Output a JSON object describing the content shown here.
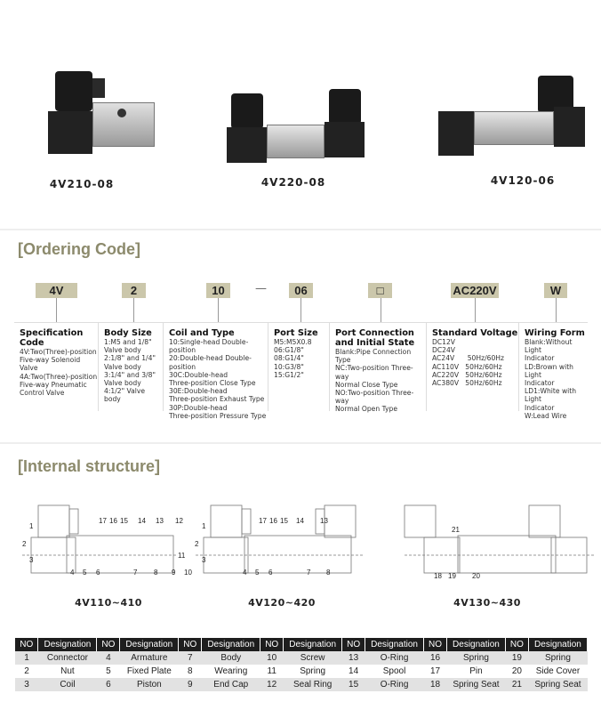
{
  "products": [
    {
      "label": "4V210-08"
    },
    {
      "label": "4V220-08"
    },
    {
      "label": "4V120-06"
    }
  ],
  "ordering": {
    "title": "[Ordering Code]",
    "codes": [
      "4V",
      "2",
      "10",
      "06",
      "□",
      "AC220V",
      "W"
    ],
    "dash": "—",
    "columns": [
      {
        "heading": "Specification Code",
        "lines": [
          "4V:Two(Three)-position",
          "Five-way Solenoid Valve",
          "4A:Two(Three)-position",
          "Five-way Pneumatic",
          "Control Valve"
        ]
      },
      {
        "heading": "Body Size",
        "lines": [
          "1:M5 and 1/8\"",
          "Valve body",
          "2:1/8\" and 1/4\"",
          "Valve body",
          "3:1/4\" and 3/8\"",
          "Valve body",
          "4:1/2\" Valve body"
        ]
      },
      {
        "heading": "Coil and Type",
        "lines": [
          "10:Single-head Double-position",
          "20:Double-head Double-position",
          "30C:Double-head",
          "Three-position Close Type",
          "30E:Double-head",
          "Three-position Exhaust Type",
          "30P:Double-head",
          "Three-position Pressure Type"
        ]
      },
      {
        "heading": "Port Size",
        "lines": [
          "M5:M5X0.8",
          "06:G1/8\"",
          "08:G1/4\"",
          "10:G3/8\"",
          "15:G1/2\""
        ]
      },
      {
        "heading": "Port Connection and Initial State",
        "lines": [
          "Blank:Pipe Connection Type",
          "NC:Two-position Three-way",
          "Normal Close Type",
          "NO:Two-position Three-way",
          "Normal Open Type"
        ]
      },
      {
        "heading": "Standard Voltage",
        "lines": [
          "DC12V",
          "DC24V",
          "AC24V      50Hz/60Hz",
          "AC110V   50Hz/60Hz",
          "AC220V   50Hz/60Hz",
          "AC380V   50Hz/60Hz"
        ]
      },
      {
        "heading": "Wiring Form",
        "lines": [
          "Blank:Without Light",
          "Indicator",
          "LD:Brown with Light",
          "Indicator",
          "LD1:White with Light",
          "Indicator",
          "W:Lead Wire"
        ]
      }
    ]
  },
  "internal": {
    "title": "[Internal structure]",
    "diagrams": [
      {
        "caption": "4V110~410",
        "numbers": [
          "1",
          "2",
          "3",
          "4",
          "5",
          "6",
          "7",
          "8",
          "9",
          "10",
          "11",
          "12",
          "13",
          "14",
          "15",
          "16",
          "17"
        ]
      },
      {
        "caption": "4V120~420",
        "numbers": [
          "1",
          "2",
          "3",
          "4",
          "5",
          "6",
          "7",
          "8",
          "13",
          "14",
          "15",
          "16",
          "17"
        ]
      },
      {
        "caption": "4V130~430",
        "numbers": [
          "18",
          "19",
          "20",
          "21"
        ]
      }
    ]
  },
  "parts_table": {
    "headers": [
      "NO",
      "Designation",
      "NO",
      "Designation",
      "NO",
      "Designation",
      "NO",
      "Designation",
      "NO",
      "Designation",
      "NO",
      "Designation",
      "NO",
      "Designation"
    ],
    "rows": [
      [
        "1",
        "Connector",
        "4",
        "Armature",
        "7",
        "Body",
        "10",
        "Screw",
        "13",
        "O-Ring",
        "16",
        "Spring",
        "19",
        "Spring"
      ],
      [
        "2",
        "Nut",
        "5",
        "Fixed Plate",
        "8",
        "Wearing",
        "11",
        "Spring",
        "14",
        "Spool",
        "17",
        "Pin",
        "20",
        "Side Cover"
      ],
      [
        "3",
        "Coil",
        "6",
        "Piston",
        "9",
        "End Cap",
        "12",
        "Seal Ring",
        "15",
        "O-Ring",
        "18",
        "Spring Seat",
        "21",
        "Spring Seat"
      ]
    ]
  }
}
